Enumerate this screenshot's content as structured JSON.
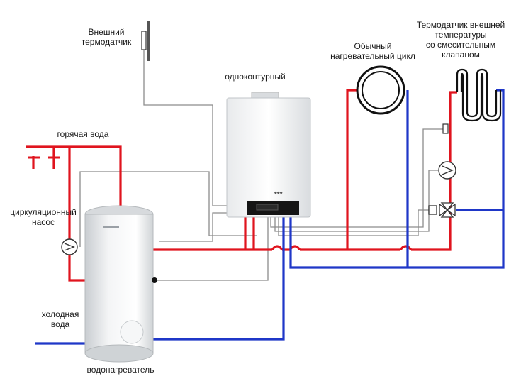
{
  "colors": {
    "hot": "#e0141e",
    "cold": "#1f37c8",
    "signal": "#8c8c8c",
    "outline": "#333333"
  },
  "labels": {
    "outdoor_sensor": "Внешний\nтермодатчик",
    "single_circuit": "одноконтурный",
    "normal_heating_circuit": "Обычный\nнагревательный цикл",
    "thermo_sensor_mixing": "Термодатчик внешней\nтемпературы\nсо смесительным\nклапаном",
    "hot_water": "горячая вода",
    "circulation_pump": "циркуляционный\nнасос",
    "cold_water": "холодная\nвода",
    "water_heater": "водонагреватель"
  }
}
